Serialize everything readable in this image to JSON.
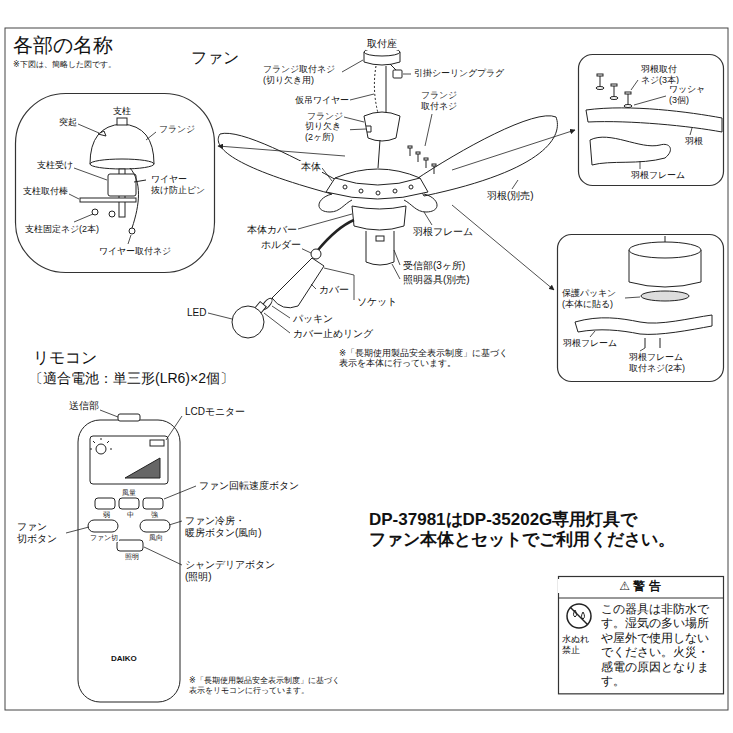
{
  "diagram": {
    "title": "各部の名称",
    "nodes": [
      {
        "text": [
          "突起",
          "支柱",
          "フランジ",
          "支柱受け",
          "ワイヤー 抜け防止ピン",
          "支柱取付棒",
          "支柱固定ネジ(2本)",
          "ワイヤー取付ネジ"
        ]
      },
      {
        "text": [
          "羽根取付 ネジ(3本)",
          "ワッシャ (3個)",
          "羽根",
          "羽根フレーム"
        ]
      },
      {
        "text": [
          "保護パッキン (本体に貼る)",
          "羽根フレーム",
          "羽根フレーム 取付ネジ(2本)"
        ]
      },
      {
        "text": [
          "⚠ 警 告",
          "水ぬれ 禁止",
          "この器具は非防水です。湿気の多い場所や屋外で使用しないでください。火災・感電の原因となります。"
        ]
      }
    ],
    "labels": [
      "※下図は、簡略した図です。",
      "ファン",
      "取付座",
      "フランジ取付ネジ (切り欠き用)",
      "引掛シーリングプラグ",
      "仮吊ワイヤー",
      "フランジ 取付ネジ",
      "フランジ",
      "切り欠き (2ヶ所)",
      "本体",
      "羽根(別売)",
      "羽根フレーム",
      "本体カバー",
      "ホルダー",
      "受信部(3ヶ所)",
      "照明器具(別売)",
      "カバー",
      "ソケット",
      "LED",
      "パッキン",
      "カバー止めリング",
      "※「長期使用製品安全表示制度」に基づく 表示を本体に行っています。",
      "リモコン",
      "〔適合電池：単三形(LR6)×2個〕",
      "送信部",
      "LCDモニター",
      "ファン回転速度ボタン",
      "ファン 切ボタン",
      "ファン冷房・ 暖房ボタン(風向)",
      "シャンデリアボタン (照明)",
      "風量",
      "弱",
      "中",
      "強",
      "ファン切",
      "風向",
      "照明",
      "DAIKO",
      "※「長期使用製品安全表示制度」に基づく 表示をリモコンに行っています。",
      "DP-37981はDP-35202G専用灯具で ファン本体とセットでご利用ください。"
    ]
  }
}
